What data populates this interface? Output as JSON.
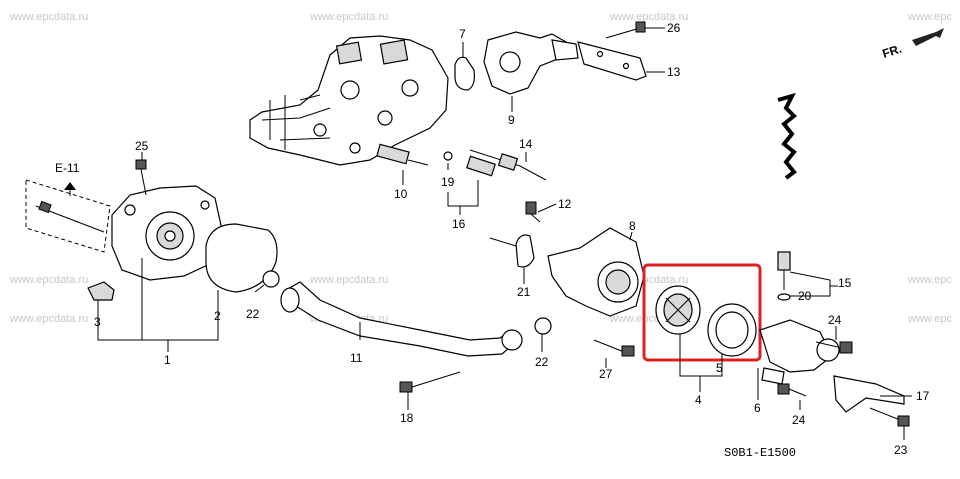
{
  "watermarks": [
    "www.epcdata.ru",
    "www.epcdata.ru",
    "www.epcdata.ru",
    "www.epc",
    "www.epcdata.ru",
    "www.epcdata.ru",
    "www.epcdata.ru",
    "www.epc",
    "www.epcdata.ru",
    "www.epcdata.ru",
    "www.epcdata.ru",
    "www.epc"
  ],
  "ref_e11": "E-11",
  "direction_label": "FR.",
  "diagram_code": "S0B1-E1500",
  "highlight_color": "#e02020",
  "callouts": {
    "p1": "1",
    "p2": "2",
    "p3": "3",
    "p4": "4",
    "p5": "5",
    "p6": "6",
    "p7": "7",
    "p8": "8",
    "p9": "9",
    "p10": "10",
    "p11": "11",
    "p12": "12",
    "p13": "13",
    "p14": "14",
    "p15": "15",
    "p16": "16",
    "p17": "17",
    "p18": "18",
    "p19": "19",
    "p20": "20",
    "p21": "21",
    "p22a": "22",
    "p22b": "22",
    "p23": "23",
    "p24a": "24",
    "p24b": "24",
    "p25": "25",
    "p26": "26",
    "p27": "27"
  }
}
